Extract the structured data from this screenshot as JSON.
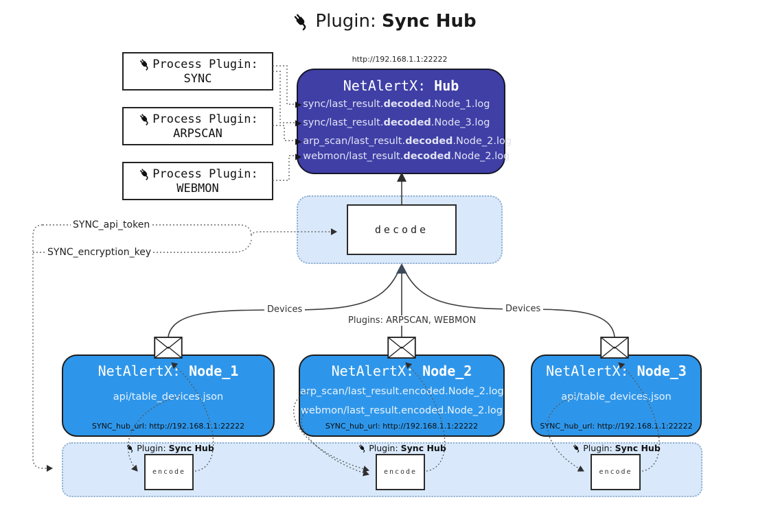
{
  "title": {
    "prefix": "Plugin: ",
    "bold": "Sync Hub"
  },
  "process_plugins": [
    {
      "label": "Process Plugin:",
      "name": "SYNC"
    },
    {
      "label": "Process Plugin:",
      "name": "ARPSCAN"
    },
    {
      "label": "Process Plugin:",
      "name": "WEBMON"
    }
  ],
  "hub": {
    "url": "http://192.168.1.1:22222",
    "title_prefix": "NetAlertX: ",
    "title_bold": "Hub",
    "rows": [
      {
        "pre": "sync/last_result.",
        "bold": "decoded",
        "post": ".Node_1.log"
      },
      {
        "pre": "sync/last_result.",
        "bold": "decoded",
        "post": ".Node_3.log"
      },
      {
        "pre": "arp_scan/last_result.",
        "bold": "decoded",
        "post": ".Node_2.log"
      },
      {
        "pre": "webmon/last_result.",
        "bold": "decoded",
        "post": ".Node_2.log"
      }
    ]
  },
  "decode_label": "decode",
  "tokens": {
    "api_token": "SYNC_api_token",
    "encryption_key": "SYNC_encryption_key"
  },
  "edges": {
    "devices_left": "Devices",
    "plugins_mid": "Plugins: ARPSCAN, WEBMON",
    "devices_right": "Devices"
  },
  "nodes": [
    {
      "title_prefix": "NetAlertX: ",
      "title_bold": "Node_1",
      "lines": [
        "api/table_devices.json"
      ],
      "hub_url": "SYNC_hub_url: http://192.168.1.1:22222"
    },
    {
      "title_prefix": "NetAlertX: ",
      "title_bold": "Node_2",
      "lines": [
        "arp_scan/last_result.encoded.Node_2.log",
        "webmon/last_result.encoded.Node_2.log"
      ],
      "hub_url": "SYNC_hub_url: http://192.168.1.1:22222"
    },
    {
      "title_prefix": "NetAlertX: ",
      "title_bold": "Node_3",
      "lines": [
        "api/table_devices.json"
      ],
      "hub_url": "SYNC_hub_url: http://192.168.1.1:22222"
    }
  ],
  "band": {
    "label_prefix": "Plugin: ",
    "label_bold": "Sync Hub",
    "encode_label": "encode"
  },
  "colors": {
    "hub_fill": "#3f3fa6",
    "node_fill": "#2e96ea",
    "band_fill": "#d9e9fb",
    "band_border": "#90aecd"
  }
}
